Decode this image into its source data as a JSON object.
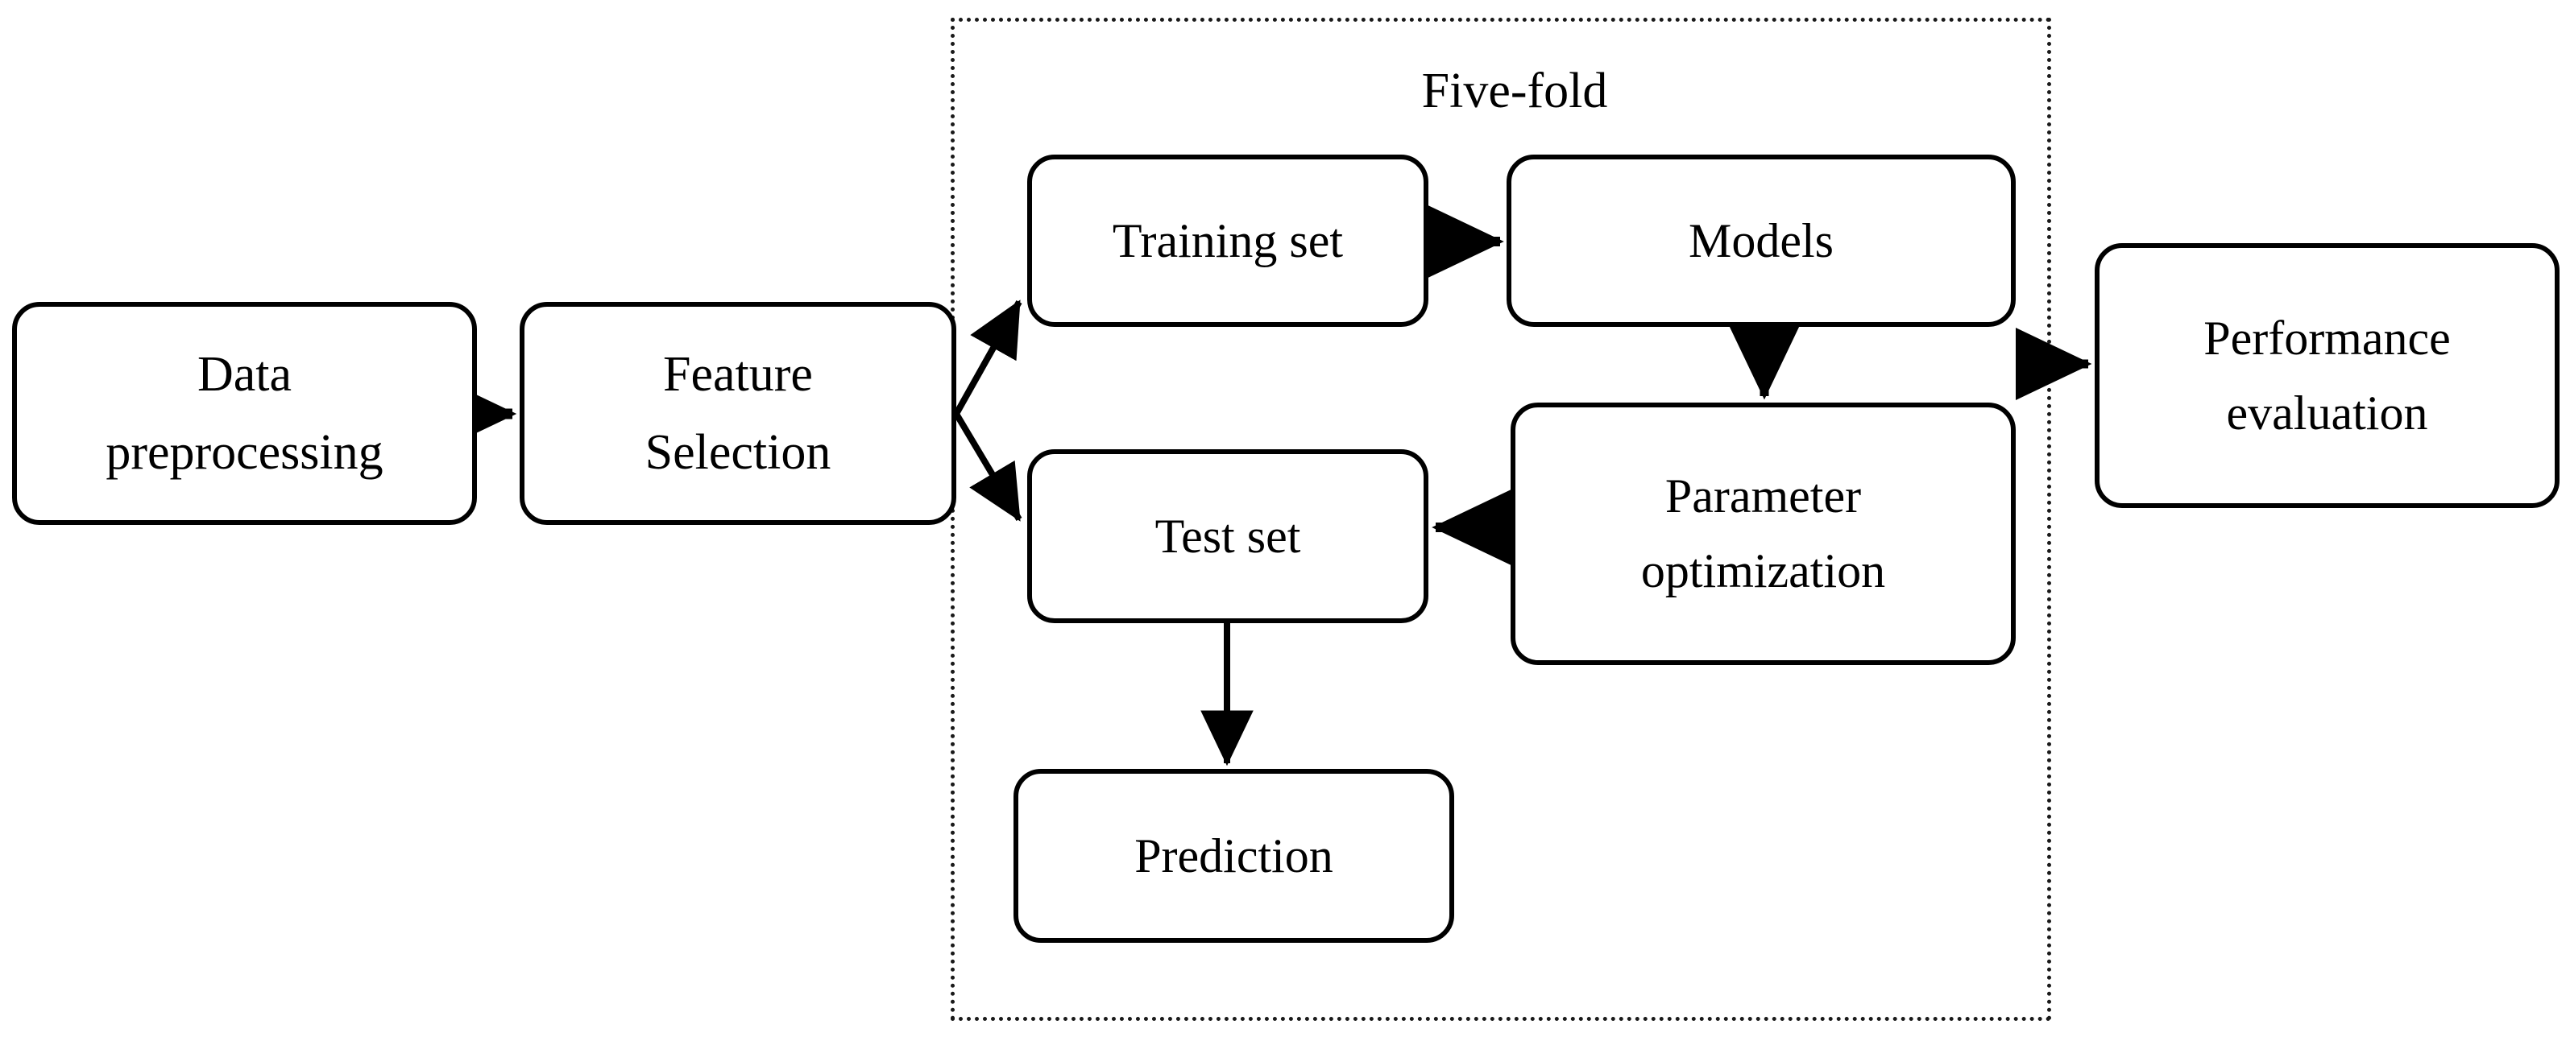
{
  "diagram": {
    "title": "Machine learning workflow flowchart",
    "background_color": "#ffffff",
    "stroke_color": "#000000",
    "group": {
      "label": "Five-fold",
      "border_style": "dotted"
    },
    "nodes": [
      {
        "id": "data-preprocessing",
        "line1": "Data",
        "line2": "preprocessing"
      },
      {
        "id": "feature-selection",
        "line1": "Feature",
        "line2": "Selection"
      },
      {
        "id": "training-set",
        "line1": "Training set",
        "line2": ""
      },
      {
        "id": "models",
        "line1": "Models",
        "line2": ""
      },
      {
        "id": "test-set",
        "line1": "Test set",
        "line2": ""
      },
      {
        "id": "parameter-optimization",
        "line1": "Parameter",
        "line2": "optimization"
      },
      {
        "id": "prediction",
        "line1": "Prediction",
        "line2": ""
      },
      {
        "id": "performance-evaluation",
        "line1": "Performance",
        "line2": "evaluation"
      }
    ],
    "edges": [
      {
        "from": "data-preprocessing",
        "to": "feature-selection",
        "shape": "horizontal-right"
      },
      {
        "from": "feature-selection",
        "to": "training-set",
        "shape": "diagonal-up-right"
      },
      {
        "from": "feature-selection",
        "to": "test-set",
        "shape": "diagonal-down-right"
      },
      {
        "from": "training-set",
        "to": "models",
        "shape": "horizontal-right"
      },
      {
        "from": "models",
        "to": "parameter-optimization",
        "shape": "vertical-down"
      },
      {
        "from": "parameter-optimization",
        "to": "test-set",
        "shape": "horizontal-left"
      },
      {
        "from": "test-set",
        "to": "prediction",
        "shape": "vertical-down"
      },
      {
        "from": "parameter-optimization",
        "to": "performance-evaluation",
        "shape": "horizontal-right"
      }
    ]
  }
}
